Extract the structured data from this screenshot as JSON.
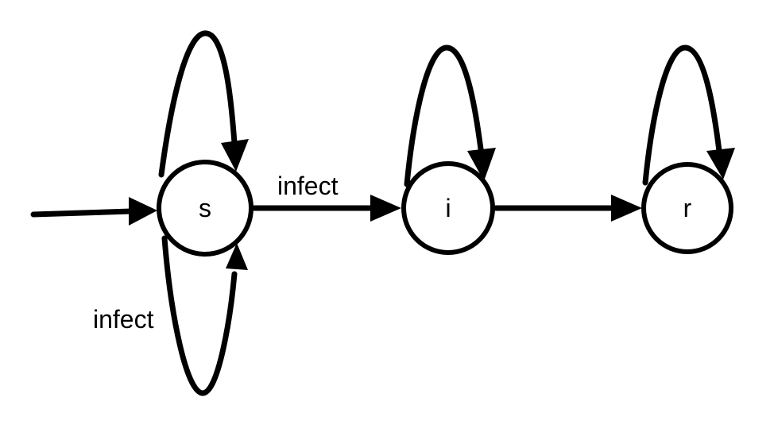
{
  "diagram": {
    "states": [
      {
        "id": "s",
        "label": "s"
      },
      {
        "id": "i",
        "label": "i"
      },
      {
        "id": "r",
        "label": "r"
      }
    ],
    "transitions": [
      {
        "from": "start",
        "to": "s",
        "label": ""
      },
      {
        "from": "s",
        "to": "s",
        "label": "",
        "position": "top"
      },
      {
        "from": "s",
        "to": "s",
        "label": "infect",
        "position": "bottom"
      },
      {
        "from": "s",
        "to": "i",
        "label": "infect"
      },
      {
        "from": "i",
        "to": "i",
        "label": "",
        "position": "top"
      },
      {
        "from": "i",
        "to": "r",
        "label": ""
      },
      {
        "from": "r",
        "to": "r",
        "label": "",
        "position": "top"
      }
    ],
    "stroke_color": "#000000",
    "fill_color": "#ffffff"
  }
}
